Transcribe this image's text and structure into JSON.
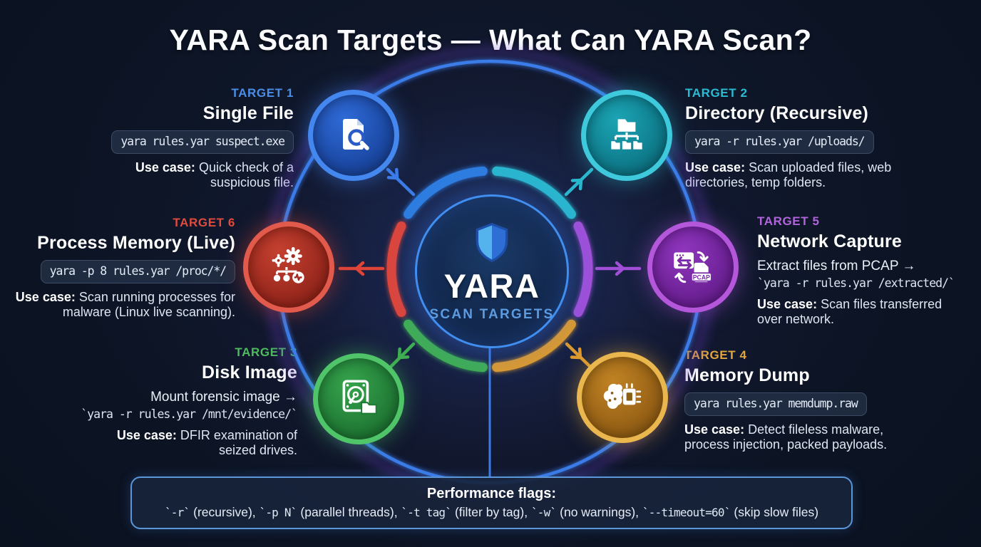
{
  "title": "YARA Scan Targets — What Can YARA Scan?",
  "center": {
    "name": "YARA",
    "subtitle": "SCAN TARGETS"
  },
  "strings": {
    "use_case_label": "Use case:"
  },
  "colors": {
    "background": "#0d1526",
    "outer_ring": "#3b7ce8",
    "outer_halo": "#6d3fd0",
    "hub_border": "#3f8ef0",
    "hub_subtitle": "#5c9be0"
  },
  "targets": [
    {
      "label": "TARGET 1",
      "title": "Single File",
      "command": "yara rules.yar suspect.exe",
      "use_case": "Quick check of a suspicious file.",
      "icon": "file-search-icon",
      "accent": "#4a8ee8"
    },
    {
      "label": "TARGET 2",
      "title": "Directory (Recursive)",
      "command": "yara -r rules.yar /uploads/",
      "use_case": "Scan uploaded files, web directories, temp folders.",
      "icon": "folder-tree-icon",
      "accent": "#2bbcd4"
    },
    {
      "label": "TARGET 3",
      "title": "Disk Image",
      "pre_command": "Mount forensic image →",
      "command": "`yara -r rules.yar /mnt/evidence/`",
      "use_case": "DFIR examination of seized drives.",
      "icon": "disk-image-icon",
      "accent": "#4dbb5e"
    },
    {
      "label": "TARGET 4",
      "title": "Memory Dump",
      "command": "yara rules.yar memdump.raw",
      "use_case": "Detect fileless malware, process injection, packed payloads.",
      "icon": "brain-chip-icon",
      "accent": "#e2a63f"
    },
    {
      "label": "TARGET 5",
      "title": "Network Capture",
      "pre_command": "Extract files from PCAP →",
      "command": "`yara -r rules.yar /extracted/`",
      "use_case": "Scan files transferred over network.",
      "icon": "network-pcap-icon",
      "icon_badge": "PCAP",
      "accent": "#b164dc"
    },
    {
      "label": "TARGET 6",
      "title": "Process Memory (Live)",
      "command": "yara -p 8 rules.yar /proc/*/",
      "use_case": "Scan running processes for malware (Linux live scanning).",
      "icon": "process-gears-icon",
      "accent": "#e04b3e"
    }
  ],
  "footer": {
    "title": "Performance flags:",
    "flags": "`-r` (recursive), `-p N` (parallel threads), `-t tag` (filter by tag), `-w` (no warnings), `--timeout=60` (skip slow files)"
  }
}
